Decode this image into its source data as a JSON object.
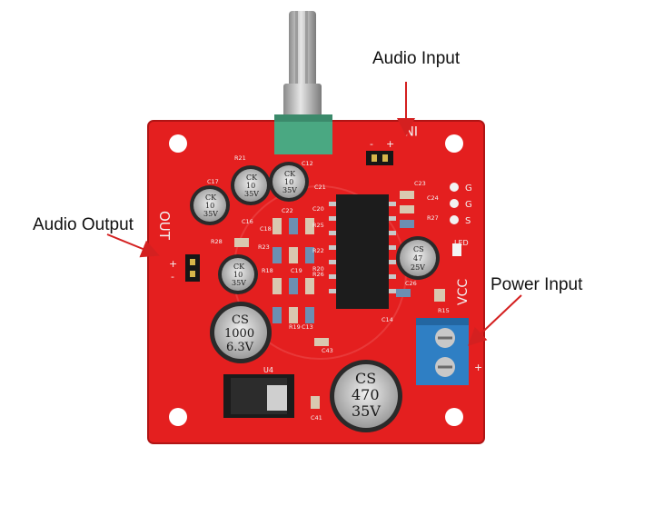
{
  "labels": {
    "audio_input": "Audio Input",
    "audio_output": "Audio Output",
    "power_input": "Power Input"
  },
  "board": {
    "silk_in": "IN",
    "silk_out": "OUT",
    "silk_vcc": "VCC",
    "silk_led": "LED",
    "silk_u4": "U4",
    "silk_plus": "+",
    "silk_minus": "-",
    "pin_g1": "G",
    "pin_g2": "G",
    "pin_s": "S",
    "refs": [
      "C17",
      "C18",
      "C19",
      "C20",
      "C21",
      "C22",
      "C23",
      "C24",
      "C26",
      "C41",
      "C43",
      "R15",
      "R18",
      "R19",
      "R20",
      "R21",
      "R22",
      "R23",
      "R25",
      "R26",
      "R27",
      "R28",
      "C12",
      "C14",
      "C13",
      "C16"
    ],
    "cap_1000": [
      "CS",
      "1000",
      "6.3V"
    ],
    "cap_470": [
      "CS",
      "470",
      "35V"
    ],
    "cap_10a": [
      "CK",
      "10",
      "35V"
    ],
    "cap_10b": [
      "CK",
      "10",
      "35V"
    ],
    "cap_10c": [
      "CK",
      "10",
      "35V"
    ],
    "cap_10d": [
      "CK",
      "10",
      "35V"
    ],
    "cap_47": [
      "CS",
      "47",
      "25V"
    ]
  },
  "colors": {
    "pcb": "#e41f1f",
    "arrow": "#d42020",
    "terminal": "#2f7fc4",
    "knob": "#b9b9b9",
    "pot_body": "#4aa882"
  }
}
